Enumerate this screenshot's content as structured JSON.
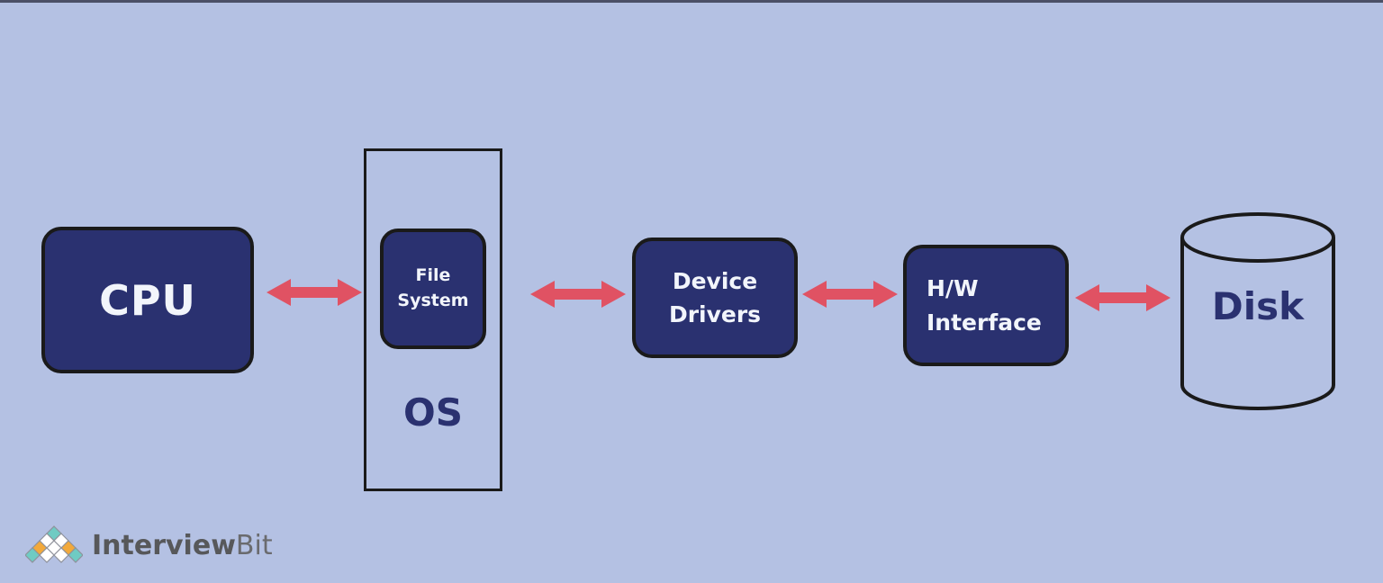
{
  "colors": {
    "background": "#b4c1e3",
    "top_bar": "#4b5066",
    "node_fill": "#2a3170",
    "node_border": "#1a1a1a",
    "node_text": "#f2f5fb",
    "navy_text": "#2a3170",
    "arrow": "#e05263",
    "outline_box_border": "#1a1a1a",
    "logo_text": "#57585a",
    "logo_teal": "#6fcbc3",
    "logo_orange": "#f2a93b",
    "logo_white": "#ffffff",
    "logo_diamond_stroke": "#8f929b"
  },
  "diagram": {
    "cpu_label": "CPU",
    "os_label": "OS",
    "file_system_label": "File System",
    "device_drivers_label": "Device Drivers",
    "hw_interface_label": "H/W Interface",
    "disk_label": "Disk",
    "connection_style": "double-headed arrow"
  },
  "logo": {
    "text_bold": "Interview",
    "text_regular": "Bit",
    "pyramid_rows": [
      [
        "teal"
      ],
      [
        "white",
        "white"
      ],
      [
        "orange",
        "white",
        "orange"
      ],
      [
        "teal",
        "white",
        "white",
        "teal"
      ]
    ]
  }
}
